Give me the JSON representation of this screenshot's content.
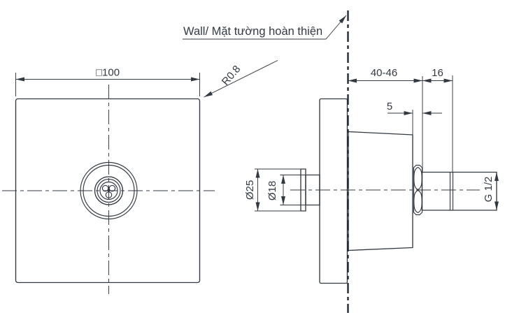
{
  "drawing": {
    "wall_label": "Wall/ Mặt tường hoàn thiện",
    "front_view": {
      "plate_size_label": "□100",
      "corner_radius_label": "R0.8"
    },
    "side_view": {
      "embed_depth_label": "40-46",
      "thread_length_label": "16",
      "nut_thickness_label": "5",
      "outer_diameter_label": "Ø25",
      "tip_diameter_label": "Ø18",
      "thread_size_label": "G 1/2"
    },
    "colors": {
      "line": "#333941",
      "wall_line": "#242b32",
      "background": "#ffffff"
    }
  }
}
